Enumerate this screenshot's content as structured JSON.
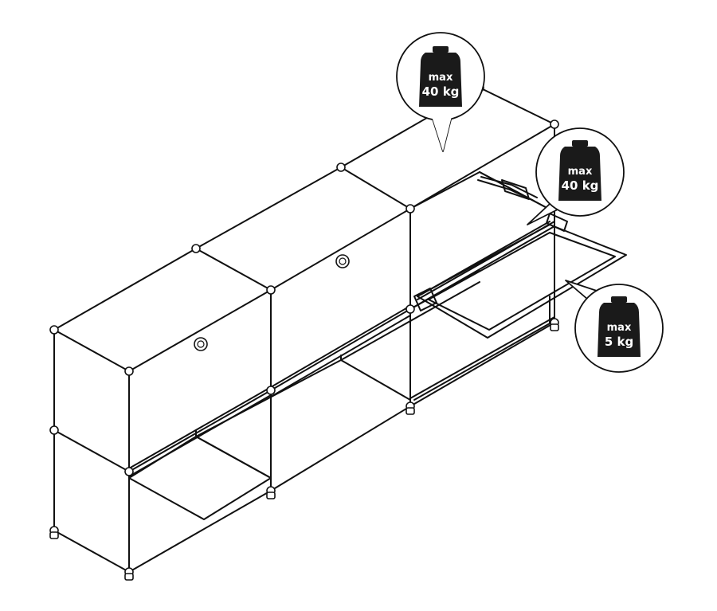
{
  "load_limits": [
    {
      "id": "top",
      "label": "max",
      "value": "40 kg"
    },
    {
      "id": "shelf",
      "label": "max",
      "value": "40 kg"
    },
    {
      "id": "flap",
      "label": "max",
      "value": "5 kg"
    }
  ]
}
